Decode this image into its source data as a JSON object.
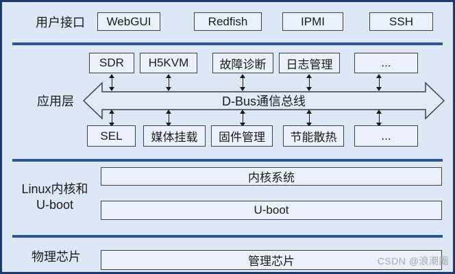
{
  "page": {
    "bg": "#dce8f5",
    "outer_border": "#1c3a6e",
    "divider_color": "#2e5494",
    "box_bg": "#eaf1fa",
    "box_border": "#3f3f3f",
    "text_color": "#1a1a1a"
  },
  "user_interface": {
    "label": "用户接口",
    "boxes": [
      "WebGUI",
      "Redfish",
      "IPMI",
      "SSH"
    ]
  },
  "app_layer": {
    "label": "应用层",
    "top_boxes": [
      "SDR",
      "H5KVM",
      "故障诊断",
      "日志管理",
      "..."
    ],
    "bus_label": "D-Bus通信总线",
    "bottom_boxes": [
      "SEL",
      "媒体挂载",
      "固件管理",
      "节能散热",
      "..."
    ]
  },
  "kernel_layer": {
    "label_line1": "Linux内核和",
    "label_line2": "U-boot",
    "boxes": [
      "内核系统",
      "U-boot"
    ]
  },
  "chip_layer": {
    "label": "物理芯片",
    "box": "管理芯片"
  },
  "watermark": "CSDN @浪潮圈"
}
